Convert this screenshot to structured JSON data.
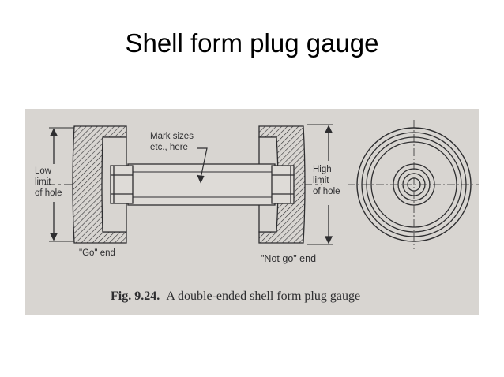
{
  "slide": {
    "title": "Shell form plug gauge"
  },
  "figure": {
    "labels": {
      "mark_sizes_line1": "Mark sizes",
      "mark_sizes_line2": "etc., here",
      "low_limit_line1": "Low",
      "low_limit_line2": "limit",
      "low_limit_line3": "of hole",
      "high_limit_line1": "High",
      "high_limit_line2": "limit",
      "high_limit_line3": "of hole",
      "go_end": "\"Go\" end",
      "not_go_end": "\"Not go\" end"
    },
    "caption_number": "Fig. 9.24.",
    "caption_text": "A double-ended shell form plug gauge",
    "colors": {
      "paper": "#d8d5d1",
      "ink": "#2e2e30"
    }
  }
}
